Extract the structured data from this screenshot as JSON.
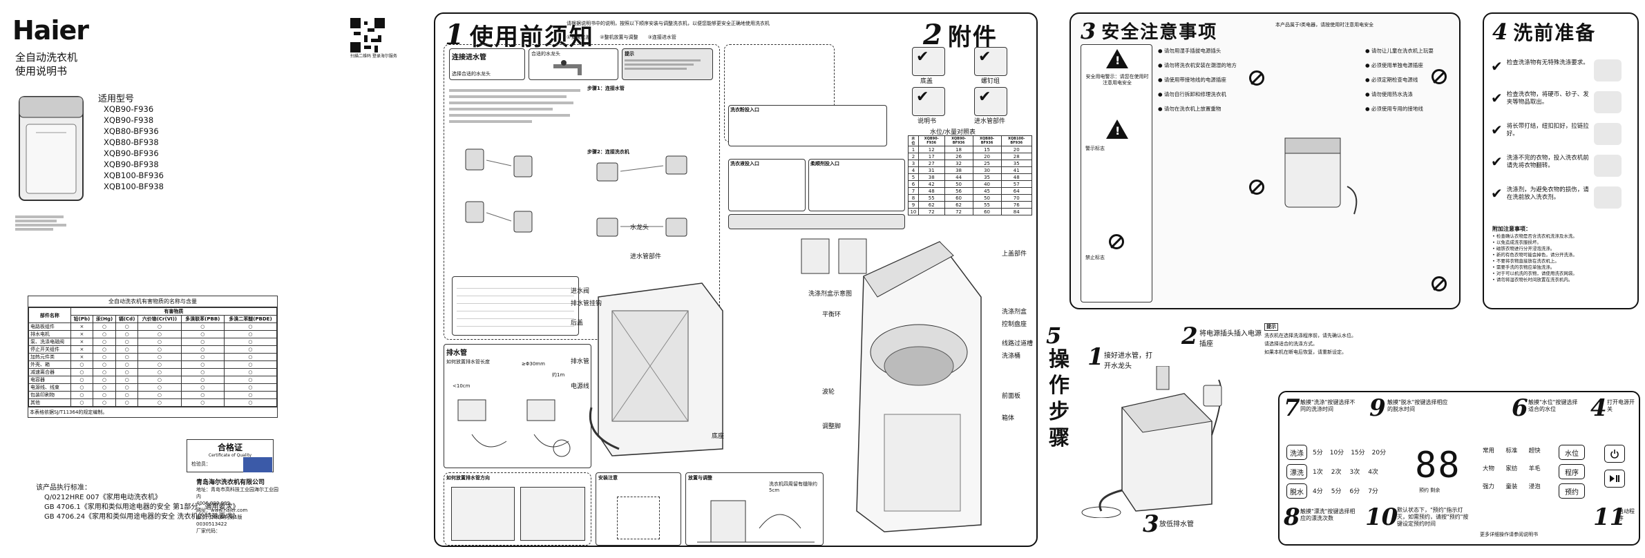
{
  "cover": {
    "brand": "Haier",
    "product": "全自动洗衣机",
    "manual": "使用说明书",
    "models_title": "适用型号",
    "models": [
      "XQB90-F936",
      "XQB90-F938",
      "XQB80-BF936",
      "XQB80-BF938",
      "XQB90-BF936",
      "XQB90-BF938",
      "XQB100-BF936",
      "XQB100-BF938"
    ],
    "qr_caption": "扫描二维码 登录海尔服务",
    "hazard_title": "全自动洗衣机有害物质的名称与含量",
    "hazard_header": [
      "部件名称",
      "铅(Pb)",
      "汞(Hg)",
      "镉(Cd)",
      "六价铬(Cr(VI))",
      "多溴联苯(PBB)",
      "多溴二苯醚(PBDE)"
    ],
    "hazard_group": "有害物质",
    "hazard_rows": [
      [
        "电路板组件",
        "×",
        "○",
        "○",
        "○",
        "○",
        "○"
      ],
      [
        "排水电机",
        "×",
        "○",
        "○",
        "○",
        "○",
        "○"
      ],
      [
        "泵、洗涤电磁阀",
        "×",
        "○",
        "○",
        "○",
        "○",
        "○"
      ],
      [
        "停止开关组件",
        "×",
        "○",
        "○",
        "○",
        "○",
        "○"
      ],
      [
        "加热元件类",
        "×",
        "○",
        "○",
        "○",
        "○",
        "○"
      ],
      [
        "外壳、箱",
        "○",
        "○",
        "○",
        "○",
        "○",
        "○"
      ],
      [
        "减速离合器",
        "○",
        "○",
        "○",
        "○",
        "○",
        "○"
      ],
      [
        "电容器",
        "○",
        "○",
        "○",
        "○",
        "○",
        "○"
      ],
      [
        "电源线、线束",
        "○",
        "○",
        "○",
        "○",
        "○",
        "○"
      ],
      [
        "包装印刷物",
        "○",
        "○",
        "○",
        "○",
        "○",
        "○"
      ],
      [
        "其他",
        "○",
        "○",
        "○",
        "○",
        "○",
        "○"
      ]
    ],
    "sj_note": "本表格依据SJ/T11364的规定编制。",
    "cert_title": "合格证",
    "cert_sub": "Certificate of Quality",
    "inspector": "检验员：",
    "std_title": "该产品执行标准：",
    "standards": [
      "Q/0212HRE 007《家用电动洗衣机》",
      "GB 4706.1《家用和类似用途电器的安全 第1部分：通用要求》",
      "GB 4706.24《家用和类似用途电器的安全 洗衣机的特殊要求》"
    ],
    "company": "青岛海尔洗衣机有限公司",
    "address": "地址：青岛市高科技工业园海尔工业园内",
    "hotline": "4006 999 999",
    "website": "网址：www.haier.com",
    "version": "版次：2018年 第1版",
    "code": "0030513422",
    "factory": "厂家代码："
  },
  "sec1": {
    "num": "1",
    "title": "使用前须知",
    "intro": "请根据说明书中的说明，按照以下顺序安装与调整洗衣机，以便您能够更安全正确地使用洗衣机",
    "steps": [
      "①安装底盖",
      "②整机放置与调整",
      "③连接进水管"
    ],
    "inlet_title": "连接进水管",
    "inlet_sub": "选择合适的水龙头",
    "faucet_title": "合适的水龙头",
    "step1": "步骤1：连接水管",
    "step2": "步骤2：连接洗衣机",
    "tip": "提示",
    "drain_title": "排水管",
    "drain_note": "如何放置排水管长度",
    "drain_h": "<10cm",
    "drain_w": "≥Φ30mm",
    "drain_len": "约1m",
    "place_title": "如何放置排水管方向",
    "safety_title": "安装注意",
    "adjust_title": "放置与调整",
    "gap": "洗衣机四周留有缝隙约5cm",
    "faucet_label": "水龙头",
    "inlet_part": "进水管部件",
    "parts": [
      "上盖部件",
      "进水阀",
      "排水管挂钩",
      "后盖",
      "排水管",
      "电源线",
      "底座",
      "洗涤剂盒",
      "控制盘座",
      "线路过道槽",
      "平衡环",
      "洗涤桶",
      "波轮",
      "前面板",
      "调整脚",
      "箱体"
    ]
  },
  "sec2": {
    "num": "2",
    "title": "附件",
    "items": [
      "底盖",
      "螺钉组",
      "说明书",
      "进水管部件"
    ],
    "detergent_title": "洗衣粉投入口",
    "liquid_title": "洗衣液投入口",
    "softener_title": "柔顺剂投入口",
    "diagram_caption": "洗涤剂盒示意图",
    "table_caption": "水位/水量对照表",
    "table_header": [
      "水位",
      "XQB90-F936",
      "XQB90-BF936",
      "XQB80-BF936",
      "XQB100-BF936"
    ],
    "table_rows": [
      [
        "1",
        "12",
        "18",
        "15",
        "20"
      ],
      [
        "2",
        "17",
        "26",
        "20",
        "28"
      ],
      [
        "3",
        "27",
        "32",
        "25",
        "35"
      ],
      [
        "4",
        "31",
        "38",
        "30",
        "41"
      ],
      [
        "5",
        "38",
        "44",
        "35",
        "48"
      ],
      [
        "6",
        "42",
        "50",
        "40",
        "57"
      ],
      [
        "7",
        "48",
        "56",
        "45",
        "64"
      ],
      [
        "8",
        "55",
        "60",
        "50",
        "70"
      ],
      [
        "9",
        "62",
        "62",
        "55",
        "76"
      ],
      [
        "10",
        "72",
        "72",
        "60",
        "84"
      ]
    ]
  },
  "sec3": {
    "num": "3",
    "title": "安全注意事项",
    "note": "本产品属于Ⅰ类电器，请按使用时注意用电安全",
    "warn_head": "安全用电警示：请您在使用时注意用电安全",
    "warn_label": "警示标志",
    "prohibit_label": "禁止标志",
    "rules": [
      "请勿用湿手插拔电源插头",
      "请勿将洗衣机安装在潮湿的地方",
      "请使用带接地线的电源插座",
      "请勿自行拆卸和修理洗衣机",
      "请勿在洗衣机上放置重物",
      "请勿让儿童在洗衣机上玩耍",
      "必须使用单独电源插座",
      "必须定期检查电源线",
      "请勿使用热水洗涤",
      "必须使用专用的接地线"
    ]
  },
  "sec4": {
    "num": "4",
    "title": "洗前准备",
    "checks": [
      "检查洗涤物有无特殊洗涤要求。",
      "检查洗衣物，将硬币、砂子、发夹等物品取出。",
      "将长带打结，纽扣扣好，拉链拉好。",
      "洗涤不完的衣物，投入洗衣机前请先将衣物翻转。",
      "洗涤剂，为避免衣物的损伤，请在洗前放入洗衣剂。"
    ],
    "extra_title": "附加注意事项：",
    "extra": [
      "检查确认衣物是否含洗衣机洗涤及水洗。",
      "以免造成洗衣服损坏。",
      "磁铁衣物进行分开浸泡洗涤。",
      "新的有色衣物可能会掉色，请分开洗涤。",
      "不要将衣物直接放在洗衣机上。",
      "需要手洗的衣物应单独洗涤。",
      "对于可以机洗的衣物，请使用洗衣网袋。",
      "请勿将湿衣物长时间放置在洗衣机内。"
    ]
  },
  "sec5": {
    "num": "5",
    "title": "操作步骤",
    "steps": [
      {
        "n": "1",
        "t": "接好进水管，打开水龙头"
      },
      {
        "n": "2",
        "t": "将电源插头插入电源插座"
      },
      {
        "n": "3",
        "t": "放低排水管"
      },
      {
        "n": "4",
        "t": "打开电源开关"
      },
      {
        "n": "6",
        "t": "触摸\"水位\"按键选择适合的水位"
      },
      {
        "n": "7",
        "t": "触摸\"洗涤\"按键选择不同的洗涤时间"
      },
      {
        "n": "8",
        "t": "触摸\"漂洗\"按键选择相应的漂洗次数"
      },
      {
        "n": "9",
        "t": "触摸\"脱水\"按键选择相应的脱水时间"
      },
      {
        "n": "10",
        "t": "默认状态下，\"预约\"指示灯灭，如需预约，请按\"预约\"按键设定预约时间"
      },
      {
        "n": "11",
        "t": "启动程序"
      }
    ],
    "notes_title": "提示",
    "notes": [
      "洗衣机在选择洗涤程序前，请先确认水位。",
      "请选择适合的洗涤方式。",
      "如果本机在断电后恢复，请重新设定。"
    ],
    "panel": {
      "buttons_left": [
        "洗涤",
        "漂洗",
        "脱水"
      ],
      "wash_times": [
        "5分",
        "10分",
        "15分",
        "20分"
      ],
      "rinse_times": [
        "1次",
        "2次",
        "3次",
        "4次"
      ],
      "spin_times": [
        "4分",
        "5分",
        "6分",
        "7分"
      ],
      "display": "88",
      "display_label": "预约  剩余",
      "programs": [
        "常用",
        "标准",
        "超快",
        "大物",
        "家纺",
        "羊毛",
        "强力",
        "童装",
        "浸泡"
      ],
      "buttons_right": [
        "水位",
        "程序",
        "预约"
      ],
      "footer": "更多详细操作请参阅说明书"
    }
  }
}
